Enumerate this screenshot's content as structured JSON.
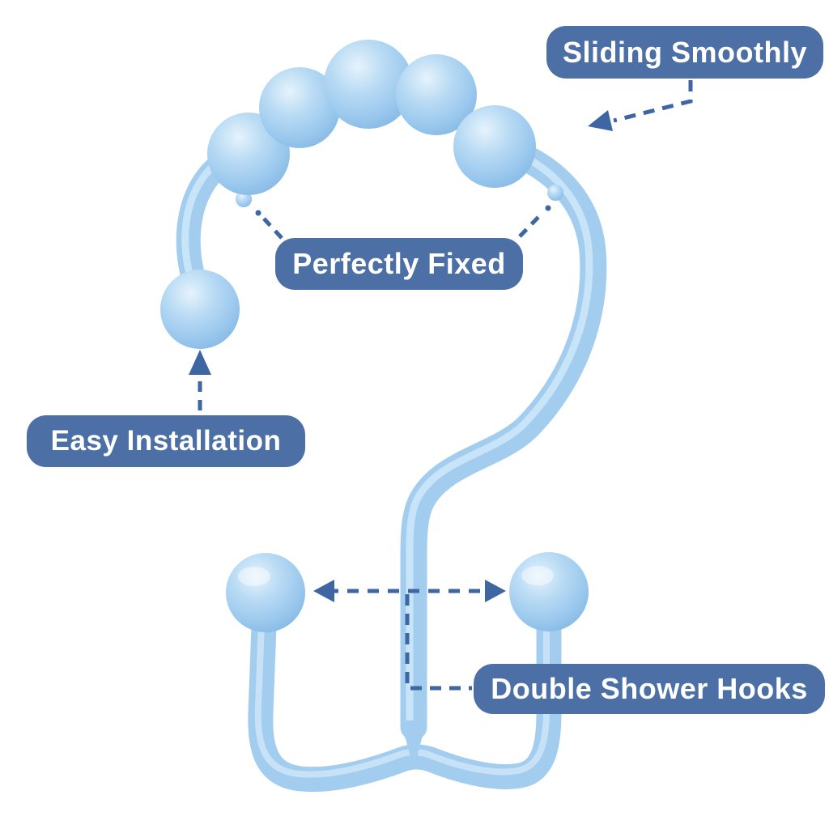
{
  "callouts": {
    "sliding_smoothly": {
      "label": "Sliding Smoothly"
    },
    "perfectly_fixed": {
      "label": "Perfectly Fixed"
    },
    "easy_installation": {
      "label": "Easy Installation"
    },
    "double_shower_hooks": {
      "label": "Double Shower Hooks"
    }
  },
  "colors": {
    "background": "#ffffff",
    "hook_base": "#a3cdef",
    "hook_highlight": "#cfe7f9",
    "bead_light": "#e3f1fb",
    "bead_mid": "#9bc9ee",
    "bead_dark": "#83b8e4",
    "label_background": "#4c70a5",
    "label_text": "#ffffff",
    "annotation_line": "#3e66a2"
  }
}
